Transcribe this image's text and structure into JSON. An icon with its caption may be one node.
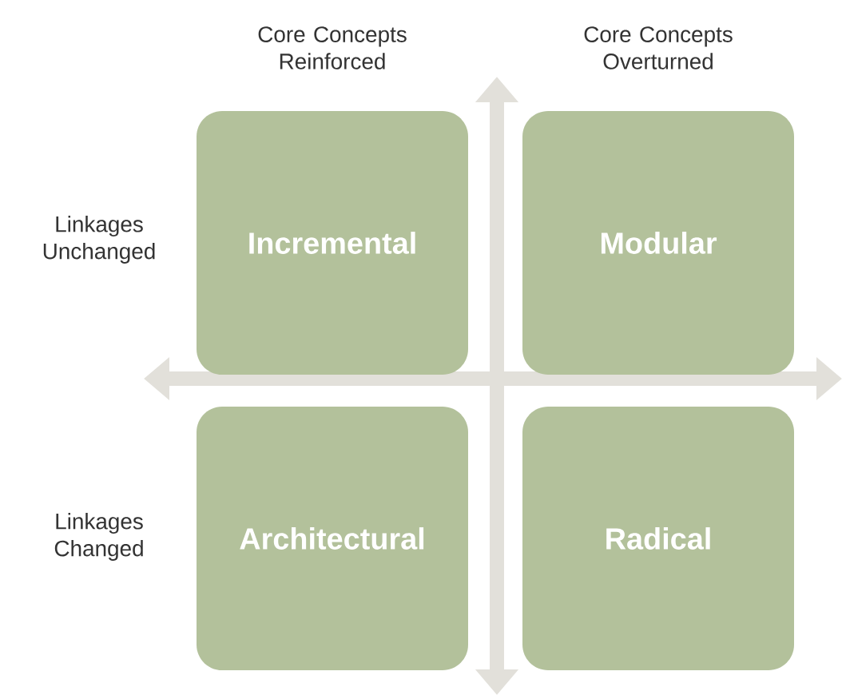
{
  "diagram": {
    "nodes": [
      {
        "text": [
          "Incremental"
        ]
      },
      {
        "text": [
          "Modular"
        ]
      },
      {
        "text": [
          "Architectural"
        ]
      },
      {
        "text": [
          "Radical"
        ]
      }
    ],
    "labels": [
      "Core Concepts Reinforced",
      "Core Concepts Overturned",
      "Linkages Unchanged",
      "Linkages Changed"
    ]
  }
}
